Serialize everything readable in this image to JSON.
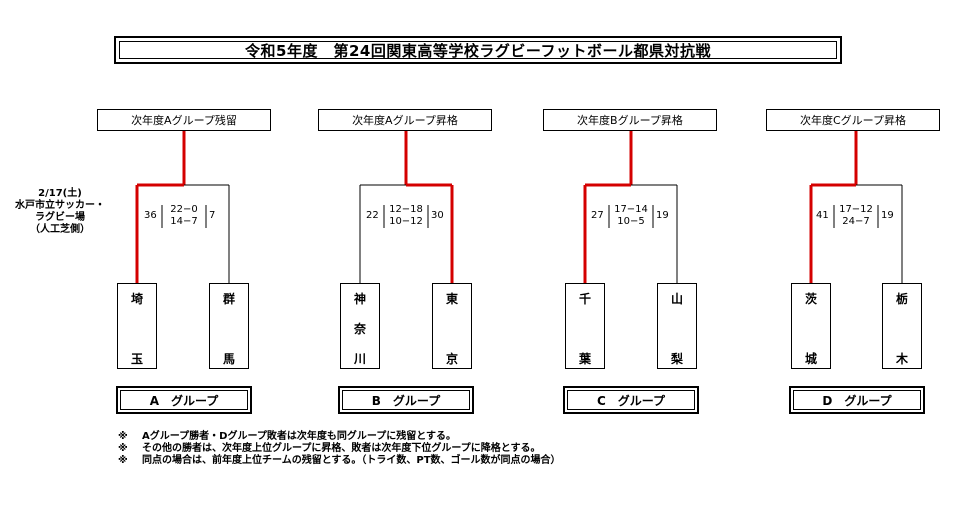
{
  "title": "令和5年度　第24回関東高等学校ラグビーフットボール都県対抗戦",
  "venue": {
    "date": "2/17(土)",
    "place_line1": "水戸市立サッカー・",
    "place_line2": "ラグビー場",
    "place_line3": "（人工芝側）"
  },
  "colors": {
    "winner_line": "#d40000",
    "line": "#000000"
  },
  "matches": [
    {
      "heading": "次年度Aグループ残留",
      "left_team": [
        "埼",
        "玉"
      ],
      "right_team": [
        "群",
        "馬"
      ],
      "left_total": "36",
      "right_total": "7",
      "half1": "22−0",
      "half2": "14−7",
      "winner": "left",
      "group": "A　グループ"
    },
    {
      "heading": "次年度Aグループ昇格",
      "left_team": [
        "神",
        "奈",
        "川"
      ],
      "right_team": [
        "東",
        "京"
      ],
      "left_total": "22",
      "right_total": "30",
      "half1": "12−18",
      "half2": "10−12",
      "winner": "right",
      "group": "B　グループ"
    },
    {
      "heading": "次年度Bグループ昇格",
      "left_team": [
        "千",
        "葉"
      ],
      "right_team": [
        "山",
        "梨"
      ],
      "left_total": "27",
      "right_total": "19",
      "half1": "17−14",
      "half2": "10−5",
      "winner": "left",
      "group": "C　グループ"
    },
    {
      "heading": "次年度Cグループ昇格",
      "left_team": [
        "茨",
        "城"
      ],
      "right_team": [
        "栃",
        "木"
      ],
      "left_total": "41",
      "right_total": "19",
      "half1": "17−12",
      "half2": "24−7",
      "winner": "left",
      "group": "D　グループ"
    }
  ],
  "notes": {
    "mark": "※",
    "line1": "Aグループ勝者・Dグループ敗者は次年度も同グループに残留とする。",
    "line2": "その他の勝者は、次年度上位グループに昇格、敗者は次年度下位グループに降格とする。",
    "line3": "同点の場合は、前年度上位チームの残留とする。（トライ数、PT数、ゴール数が同点の場合）"
  }
}
